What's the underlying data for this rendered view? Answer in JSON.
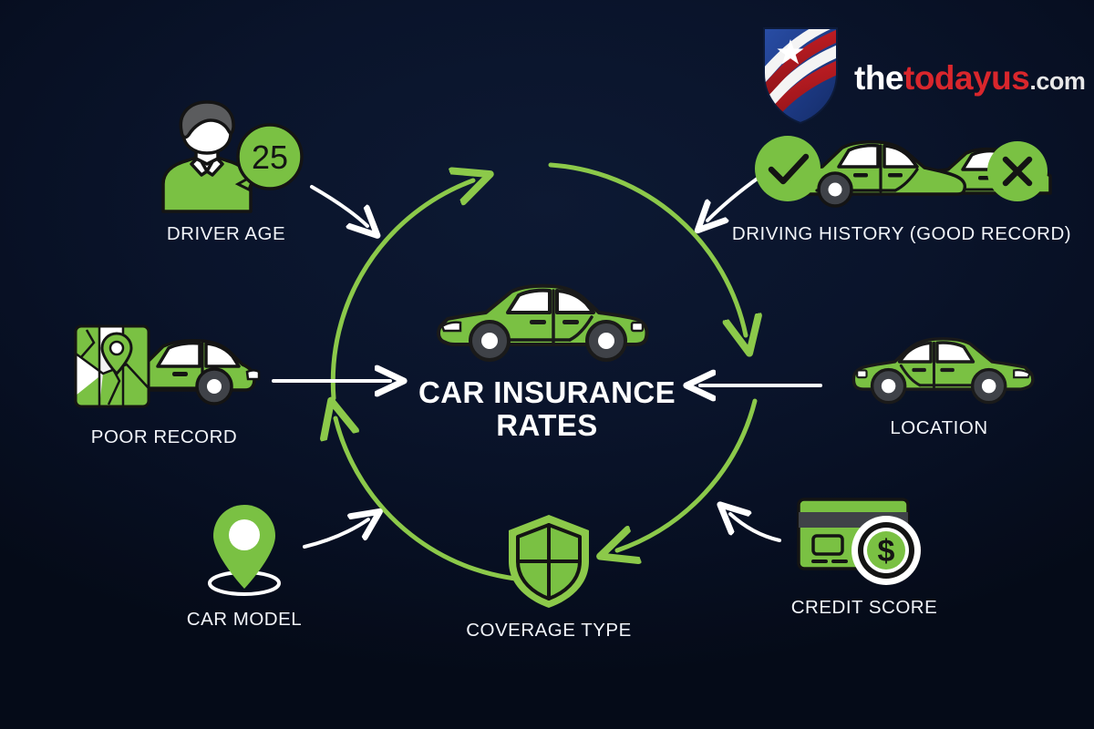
{
  "page": {
    "background_color": "#0a142b",
    "accent_green": "#7ac143",
    "arrow_green": "#8cc94a",
    "arrow_white": "#ffffff",
    "text_color": "#f2f5fa"
  },
  "logo": {
    "shield_icon": "shield-stars-stripes-icon",
    "text_the": "the",
    "text_brand": "todayus",
    "text_tld": ".com",
    "color_the": "#ffffff",
    "color_brand": "#d9262c",
    "color_tld": "#e8e8e8"
  },
  "center": {
    "icon": "green-car-icon",
    "title": "CAR INSURANCE RATES"
  },
  "nodes": [
    {
      "id": "driver-age",
      "label": "DRIVER AGE",
      "icon": "person-with-age-bubble-icon",
      "badge": "25"
    },
    {
      "id": "driving-history",
      "label": "DRIVING HISTORY (GOOD RECORD)",
      "icon": "two-cars-check-cross-icon"
    },
    {
      "id": "poor-record",
      "label": "POOR RECORD",
      "icon": "map-with-pin-and-car-icon"
    },
    {
      "id": "location",
      "label": "LOCATION",
      "icon": "green-car-left-icon"
    },
    {
      "id": "car-model",
      "label": "CAR MODEL",
      "icon": "map-pin-icon"
    },
    {
      "id": "coverage-type",
      "label": "COVERAGE TYPE",
      "icon": "shield-icon"
    },
    {
      "id": "credit-score",
      "label": "CREDIT SCORE",
      "icon": "credit-card-dollar-coin-icon"
    }
  ],
  "connectors": {
    "ring_arcs": 4,
    "white_arrows": 6,
    "direction": "clockwise"
  }
}
